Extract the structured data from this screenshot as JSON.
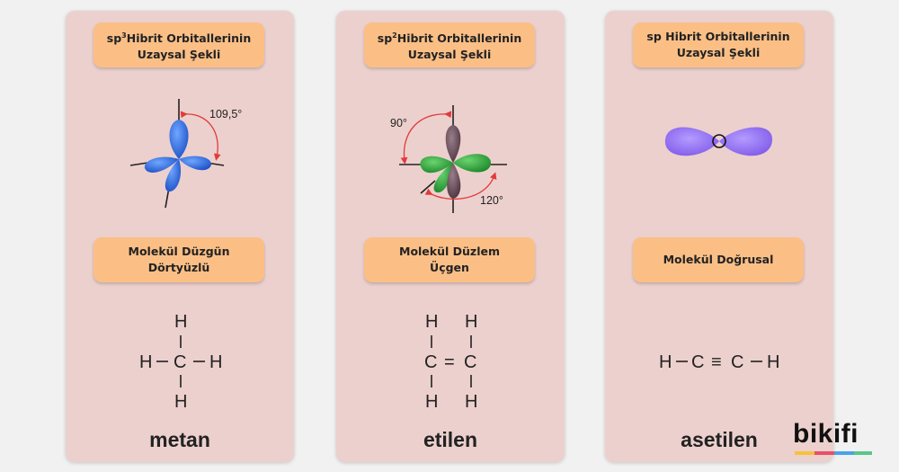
{
  "cards": [
    {
      "title_prefix": "sp",
      "title_sup": "3",
      "title_rest": "Hibrit Orbitallerinin",
      "title_line2": "Uzaysal Şekli",
      "angle1": "109,5°",
      "shape_line1": "Molekül Düzgün",
      "shape_line2": "Dörtyüzlü",
      "formula": {
        "h": "H",
        "c": "C"
      },
      "name": "metan"
    },
    {
      "title_prefix": "sp",
      "title_sup": "2",
      "title_rest": "Hibrit Orbitallerinin",
      "title_line2": "Uzaysal Şekli",
      "angle1": "90°",
      "angle2": "120°",
      "shape_line1": "Molekül Düzlem",
      "shape_line2": "Üçgen",
      "formula": {
        "h": "H",
        "c": "C",
        "double": "="
      },
      "name": "etilen"
    },
    {
      "title_prefix": "sp",
      "title_rest": " Hibrit Orbitallerinin",
      "title_line2": "Uzaysal Şekli",
      "shape_line1": "Molekül Doğrusal",
      "formula": {
        "h": "H",
        "c": "C",
        "triple": "≡"
      },
      "name": "asetilen"
    }
  ],
  "colors": {
    "card": "#ecd0cd",
    "pill": "#fbbf86",
    "sp3": "#2f6fe0",
    "sp2_green": "#3fb04a",
    "sp2_p": "#6b4f5c",
    "sp": "#9370f0",
    "arrow": "#e23a3a"
  },
  "brand": {
    "text": "bikifi"
  }
}
